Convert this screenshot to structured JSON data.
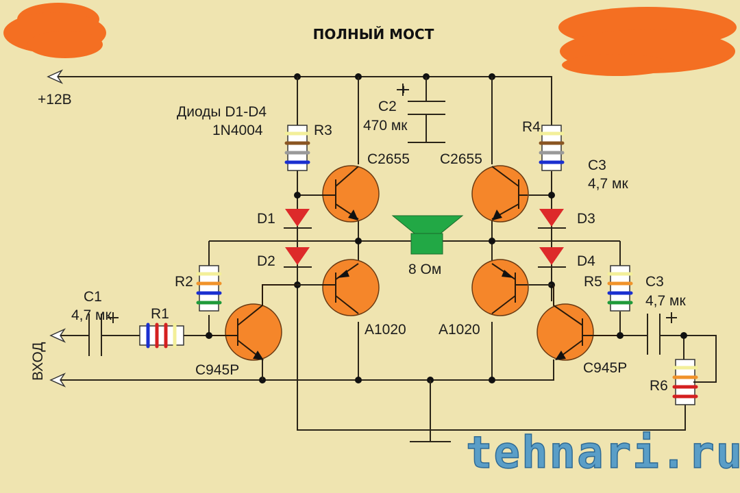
{
  "title": "ПОЛНЫЙ МОСТ",
  "supply_label": "+12В",
  "input_label": "ВХОД",
  "diodes_note_line1": "Диоды D1-D4",
  "diodes_note_line2": "1N4004",
  "components": {
    "R1": "R1",
    "R2": "R2",
    "R3": "R3",
    "R4": "R4",
    "R5": "R5",
    "R6": "R6",
    "D1": "D1",
    "D2": "D2",
    "D3": "D3",
    "D4": "D4",
    "C1": "C1",
    "C1_value": "4,7 мк",
    "C2": "C2",
    "C2_value": "470 мк",
    "C3_top": "C3",
    "C3_top_value": "4,7 мк",
    "C3_bottom": "C3",
    "C3_bottom_value": "4,7 мк",
    "Q_top_left": "C2655",
    "Q_top_right": "C2655",
    "Q_bot_left": "A1020",
    "Q_bot_right": "A1020",
    "Q_drv_left": "C945P",
    "Q_drv_right": "C945P",
    "speaker": "8 Ом"
  },
  "cap_plus": "+",
  "watermark": "tehnari.ru",
  "colors": {
    "background": "#efe4b0",
    "transistor": "#f5862a",
    "diode": "#dd2a2a",
    "speaker": "#22a845",
    "redaction": "#f46f22",
    "watermark": "#5a9ec7"
  },
  "resistor_bands": {
    "R1": [
      "#1a2fd0",
      "#d42020",
      "#d42020",
      "#f3ef9a"
    ],
    "R2": [
      "#f3ef9a",
      "#f0922a",
      "#1a2fd0",
      "#1f9a3a"
    ],
    "R3": [
      "#f3ef9a",
      "#8a5522",
      "#999999",
      "#1a2fd0"
    ],
    "R4": [
      "#f3ef9a",
      "#8a5522",
      "#999999",
      "#1a2fd0"
    ],
    "R5": [
      "#f3ef9a",
      "#f0922a",
      "#1a2fd0",
      "#1f9a3a"
    ],
    "R6": [
      "#f3ef9a",
      "#f0922a",
      "#d42020",
      "#d42020"
    ]
  }
}
